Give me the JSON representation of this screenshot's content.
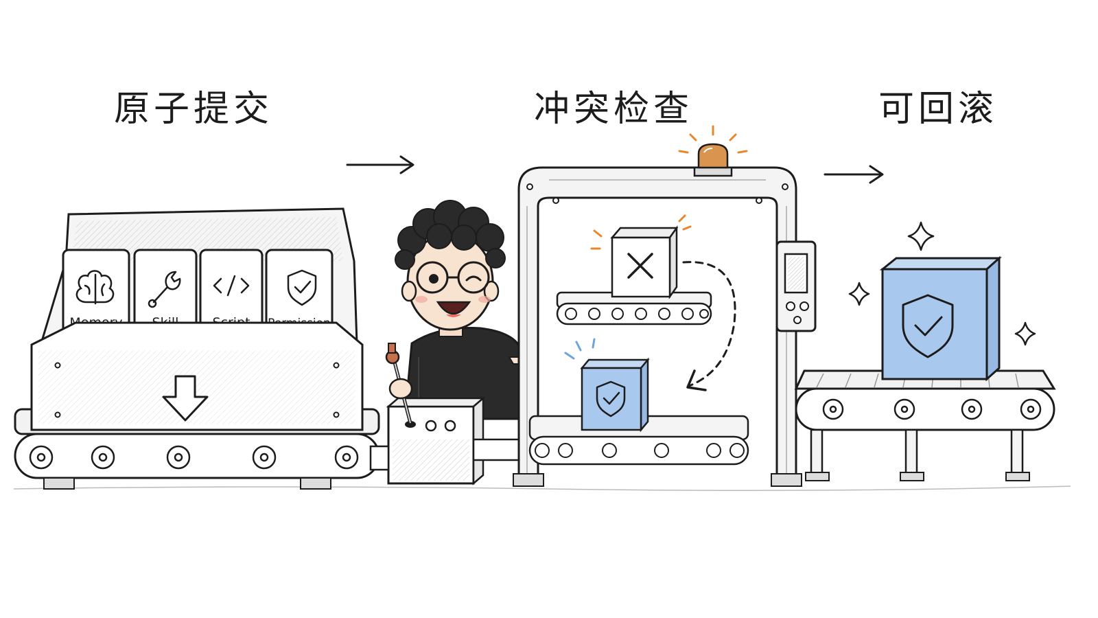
{
  "stages": {
    "atomic_commit": "原子提交",
    "conflict_check": "冲突检查",
    "rollback": "可回滚"
  },
  "modules": [
    {
      "label": "Memory",
      "icon": "brain-icon"
    },
    {
      "label": "Skill",
      "icon": "wrench-icon"
    },
    {
      "label": "Script",
      "icon": "code-icon"
    },
    {
      "label": "Permission",
      "icon": "shield-check-icon"
    }
  ],
  "colors": {
    "ink": "#1c1c1c",
    "shield_blue": "#a9c8ee",
    "alarm_orange": "#e8862e",
    "highlight_blue": "#6fa3dd",
    "frame_fill": "#f4f4f4"
  }
}
